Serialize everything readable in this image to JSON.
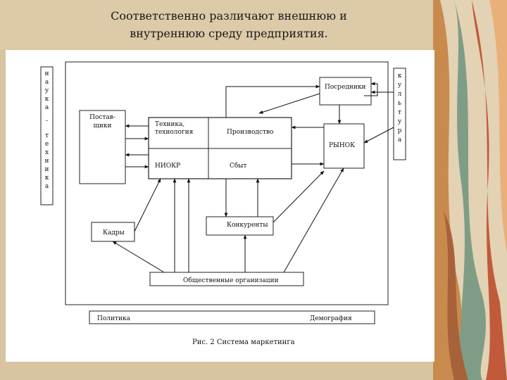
{
  "slide": {
    "title_line1": "Соответственно различают внешнюю и",
    "title_line2": "внутреннюю среду предприятия."
  },
  "diagram": {
    "left_strip": "наука-техника",
    "left_strip_letters": [
      "н",
      "а",
      "у",
      "к",
      "а",
      "-",
      "т",
      "е",
      "х",
      "н",
      "и",
      "к",
      "а"
    ],
    "right_strip": "культура",
    "right_strip_letters": [
      "к",
      "у",
      "л",
      "ь",
      "т",
      "у",
      "р",
      "а"
    ],
    "suppliers": [
      "Постав-",
      "щики"
    ],
    "tech": [
      "Техника,",
      "технология"
    ],
    "production": "Производство",
    "niokr": "НИОКР",
    "sales": "Сбыт",
    "intermediaries": "Посредники",
    "market": "РЫНОК",
    "competitors": "Конкуренты",
    "staff": "Кадры",
    "public_orgs": "Общественные организации",
    "politics": "Политика",
    "demography": "Демография",
    "caption": "Рис. 2 Система маркетинга"
  }
}
